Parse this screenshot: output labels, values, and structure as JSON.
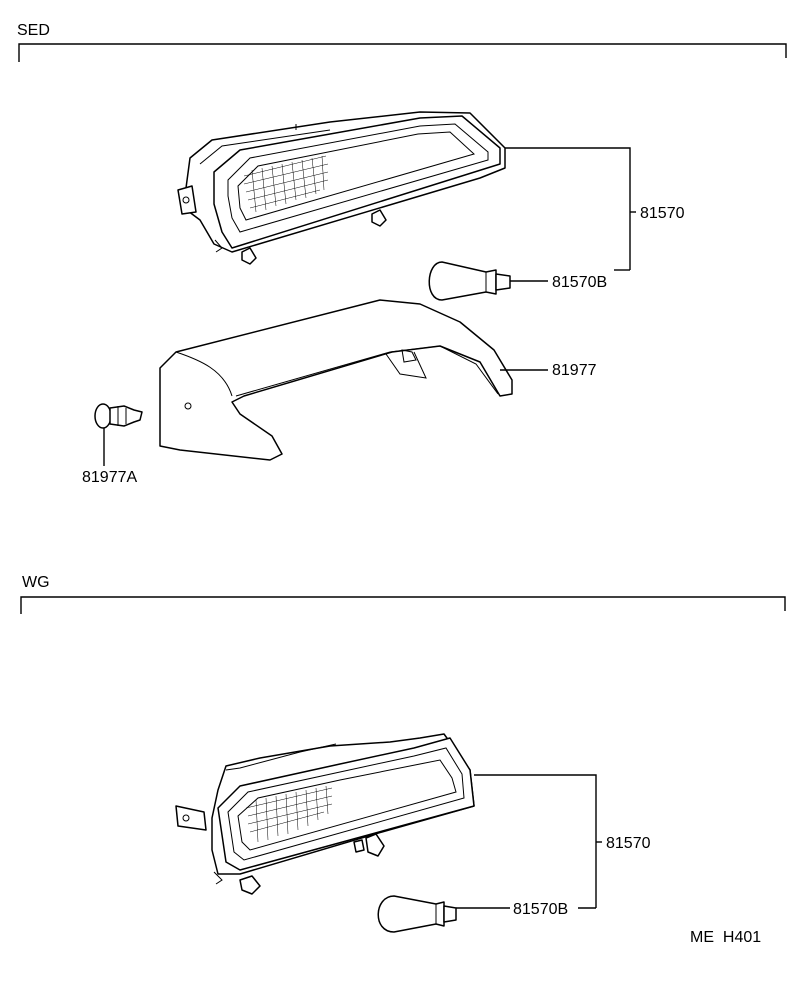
{
  "sections": {
    "sed": "SED",
    "wg": "WG"
  },
  "labels": {
    "sed_lamp": "81570",
    "sed_bulb": "81570B",
    "sed_cover": "81977",
    "sed_clip": "81977A",
    "wg_lamp": "81570",
    "wg_bulb": "81570B"
  },
  "footer": {
    "code": "ME  H401"
  }
}
